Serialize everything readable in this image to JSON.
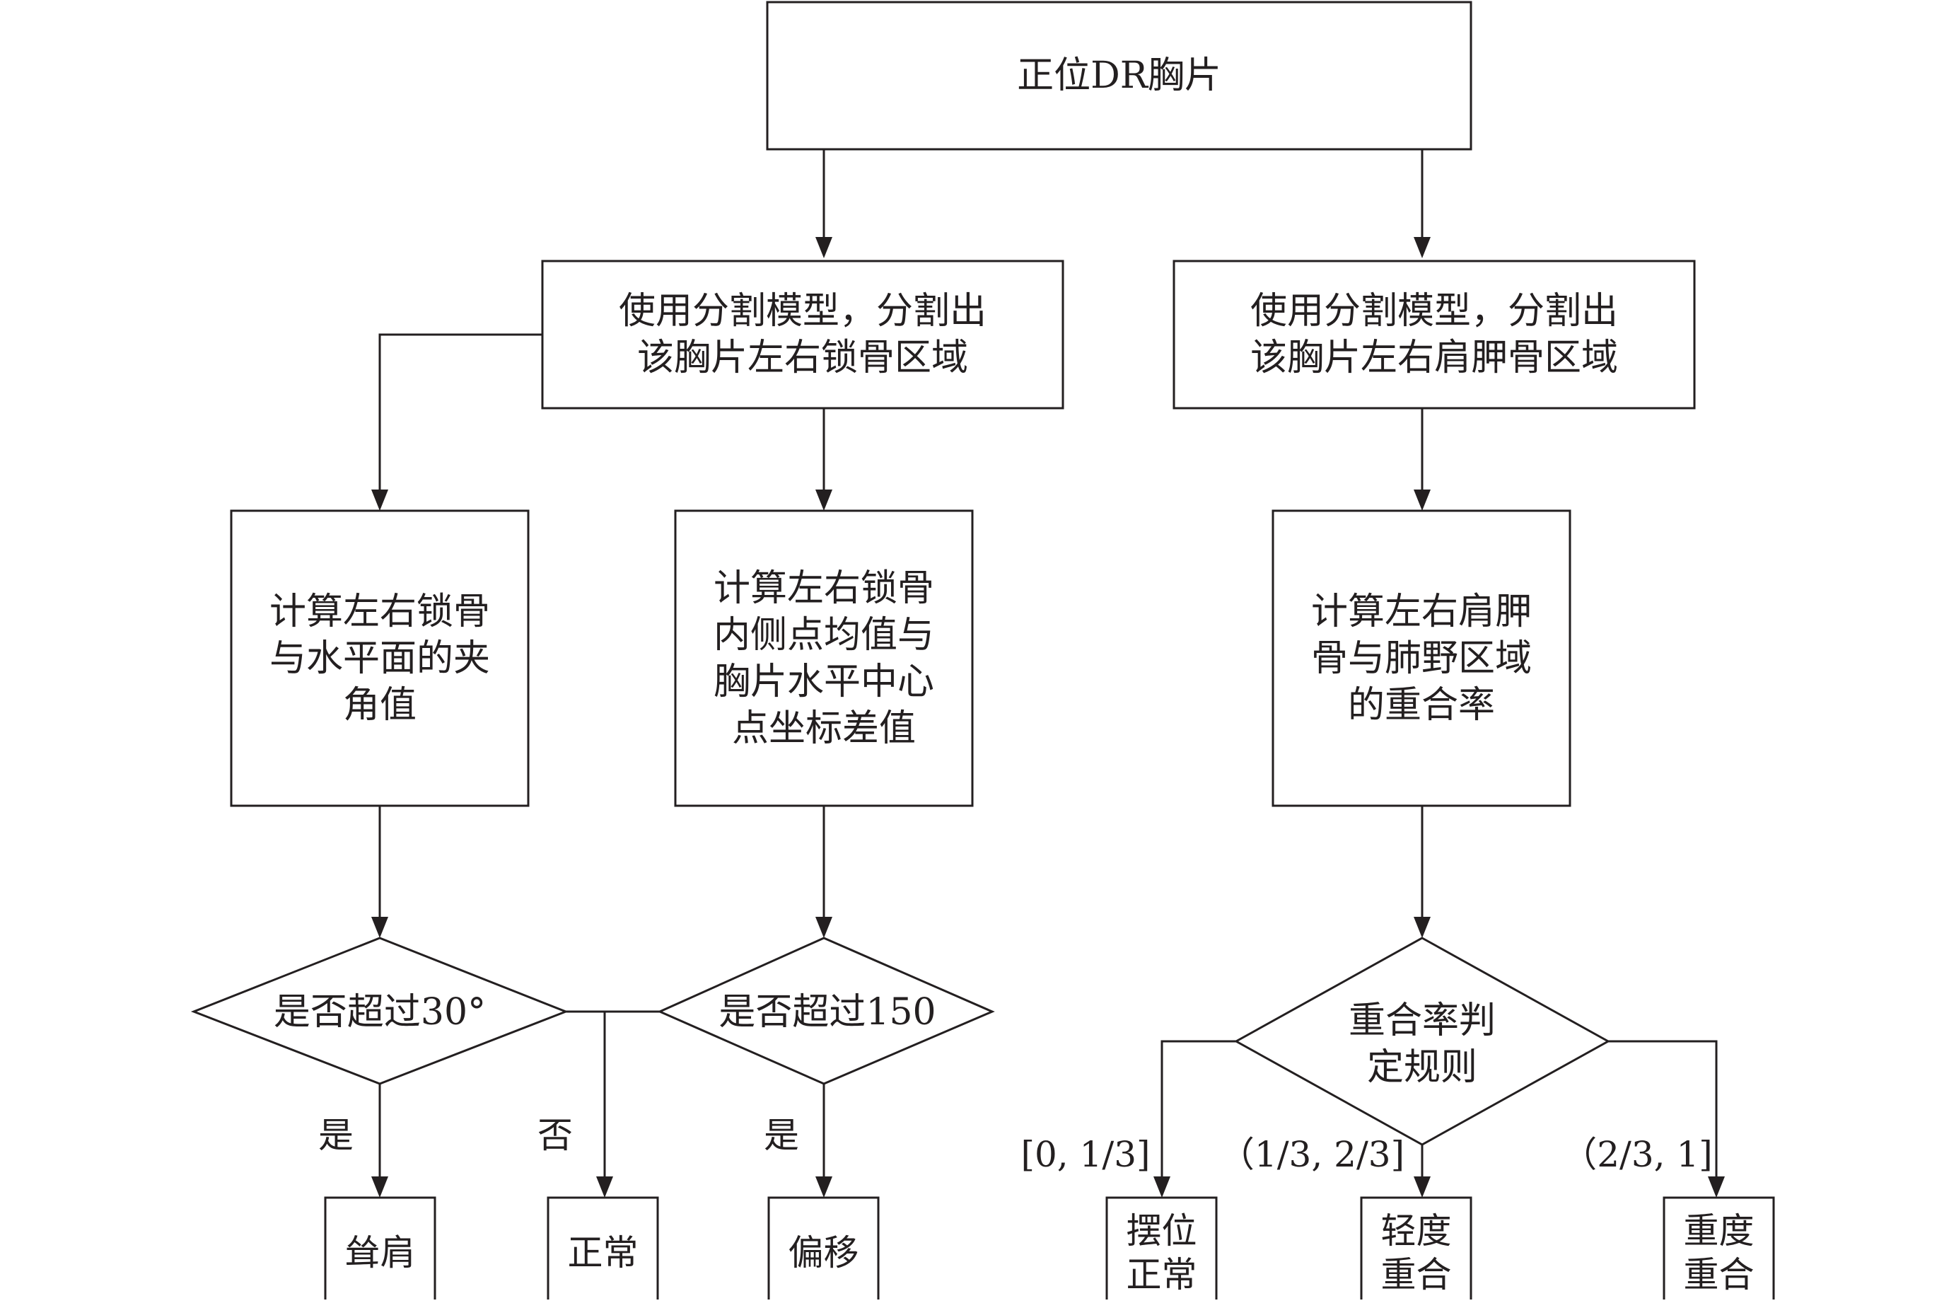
{
  "nodes": {
    "input": {
      "label": "正位DR胸片"
    },
    "clavicle_seg": {
      "label": "使用分割模型，分割出\n该胸片左右锁骨区域"
    },
    "scapula_seg": {
      "label": "使用分割模型，分割出\n该胸片左右肩胛骨区域"
    },
    "angle_calc": {
      "label": "计算左右锁骨\n与水平面的夹\n角值"
    },
    "offset_calc": {
      "label": "计算左右锁骨\n内侧点均值与\n胸片水平中心\n点坐标差值"
    },
    "overlap_calc": {
      "label": "计算左右肩胛\n骨与肺野区域\n的重合率"
    },
    "angle_check": {
      "label": "是否超过30°"
    },
    "offset_check": {
      "label": "是否超过150"
    },
    "overlap_rule": {
      "label": "重合率判\n定规则"
    },
    "shrug": {
      "label": "耸肩"
    },
    "normal": {
      "label": "正常"
    },
    "shift": {
      "label": "偏移"
    },
    "pos_normal": {
      "label": "摆位\n正常"
    },
    "mild": {
      "label": "轻度\n重合"
    },
    "severe": {
      "label": "重度\n重合"
    }
  },
  "edge_labels": {
    "yes_left": "是",
    "no_mid": "否",
    "yes_right": "是",
    "range_low": "[0, 1/3]",
    "range_mid": "（1/3, 2/3]",
    "range_high": "（2/3, 1]"
  },
  "colors": {
    "stroke": "#231f20",
    "fill": "#ffffff",
    "text": "#231f20"
  }
}
